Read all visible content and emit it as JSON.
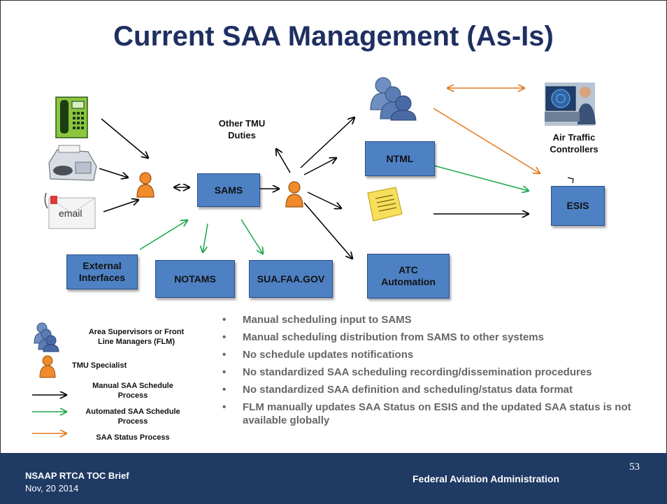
{
  "title": "Current SAA Management (As-Is)",
  "diagram": {
    "boxes": {
      "sams": "SAMS",
      "ntml": "NTML",
      "esis": "ESIS",
      "notams": "NOTAMS",
      "sua": "SUA.FAA.GOV",
      "atc_line1": "ATC",
      "atc_line2": "Automation",
      "external_line1": "External",
      "external_line2": "Interfaces"
    },
    "labels": {
      "other_tmu_line1": "Other TMU",
      "other_tmu_line2": "Duties",
      "atc_controllers_line1": "Air Traffic",
      "atc_controllers_line2": "Controllers",
      "email_icon_text": "email"
    },
    "icons": [
      "phone-icon",
      "fax-icon",
      "email-icon",
      "tmu-specialist-icon",
      "flm-group-icon",
      "note-icon",
      "air-traffic-controller-image"
    ],
    "colors": {
      "manual": "#000000",
      "automated": "#1aa64a",
      "status": "#e07a1f",
      "box": "#4e81c4",
      "title": "#1f2f62",
      "footer": "#1f3a63"
    }
  },
  "legend": {
    "flm_line1": "Area Supervisors or Front",
    "flm_line2": "Line Managers (FLM)",
    "tmu": "TMU Specialist",
    "manual_line1": "Manual SAA Schedule",
    "manual_line2": "Process",
    "automated_line1": "Automated SAA Schedule",
    "automated_line2": "Process",
    "status": "SAA Status Process"
  },
  "bullets": [
    "Manual scheduling input  to SAMS",
    "Manual scheduling distribution from SAMS to other systems",
    "No schedule updates notifications",
    "No standardized SAA scheduling recording/dissemination procedures",
    "No standardized SAA definition and scheduling/status data format",
    "FLM  manually updates SAA Status on ESIS and the updated SAA status is not available globally"
  ],
  "footer": {
    "brief": "NSAAP  RTCA TOC Brief",
    "date": "Nov, 20  2014",
    "agency": "Federal Aviation Administration",
    "page": "53"
  }
}
